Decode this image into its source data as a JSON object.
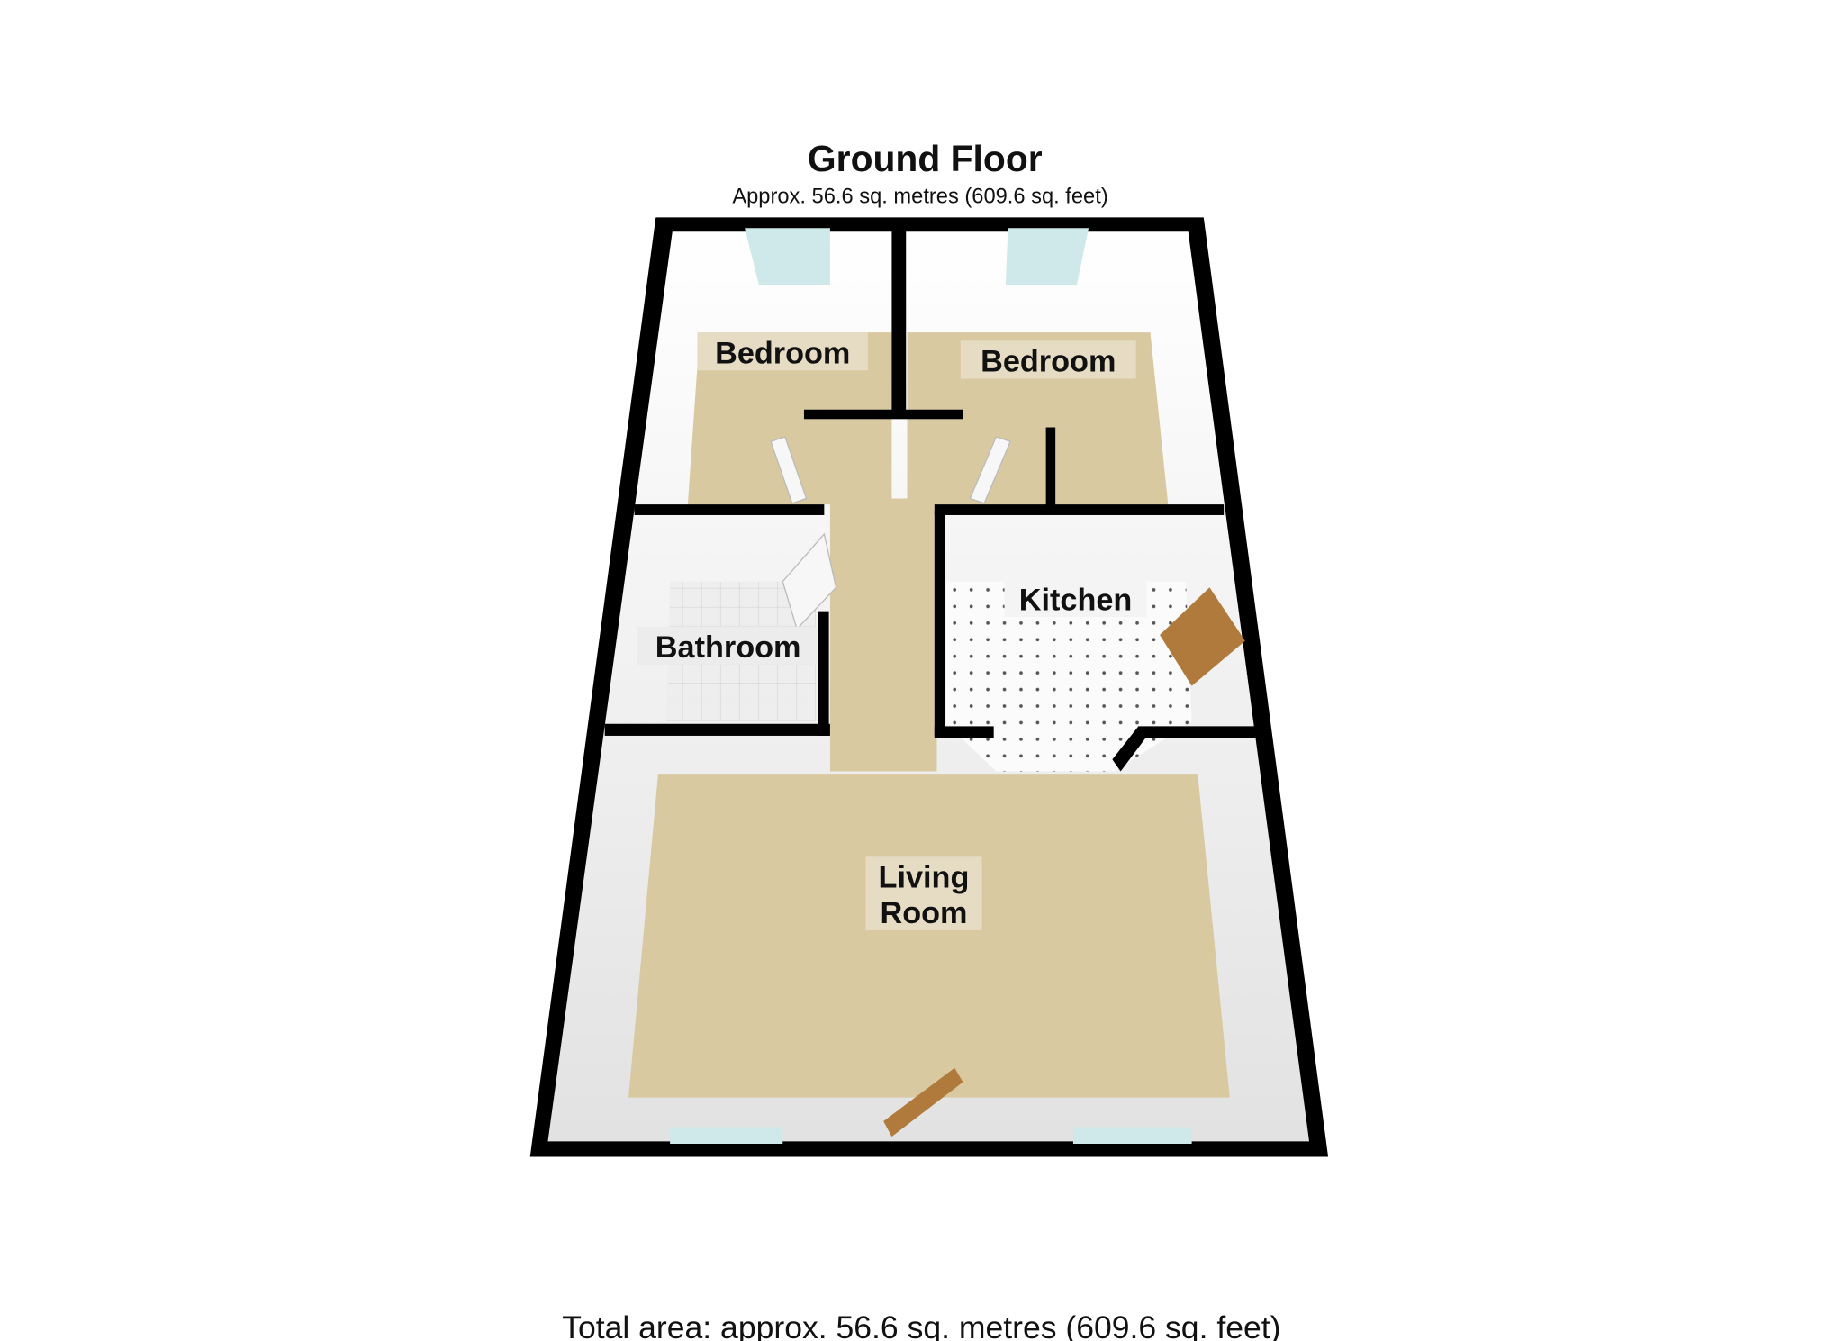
{
  "title": "Ground Floor",
  "subtitle": "Approx. 56.6 sq. metres (609.6 sq. feet)",
  "total_area": "Total area: approx. 56.6 sq. metres (609.6 sq. feet)",
  "rooms": {
    "bedroom_left": "Bedroom",
    "bedroom_right": "Bedroom",
    "bathroom": "Bathroom",
    "kitchen": "Kitchen",
    "living_line1": "Living",
    "living_line2": "Room"
  },
  "colors": {
    "carpet": "#d9c9a0",
    "wall": "#000000",
    "inner_wall": "#f0f0f0",
    "window": "#cfe8ea",
    "door": "#b07a3c"
  }
}
